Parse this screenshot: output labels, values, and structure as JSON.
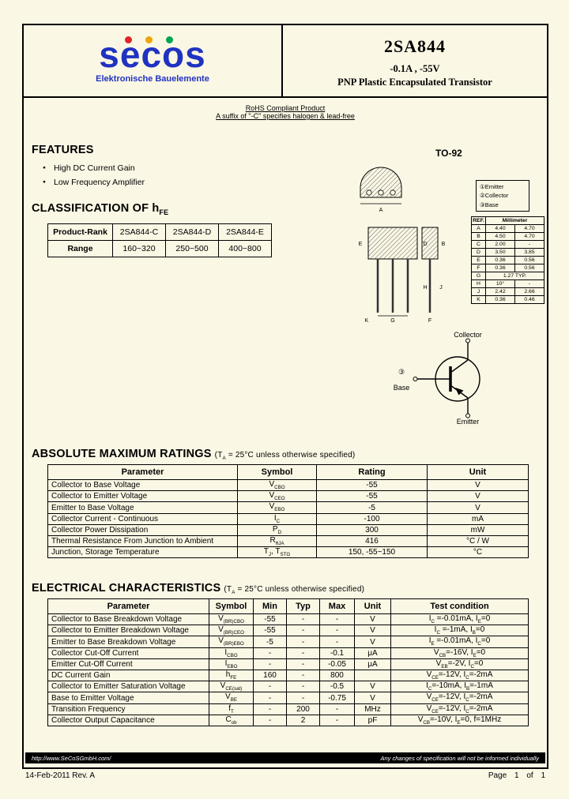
{
  "page": {
    "footer_url": "http://www.SeCoSGmbH.com/",
    "footer_note": "Any changes of specification will not be informed individually",
    "rev_line": "14-Feb-2011 Rev. A",
    "page_label": "Page",
    "page_num": "1",
    "of_label": "of",
    "page_total": "1",
    "bg_color": "#fbf7e5"
  },
  "header": {
    "logo_text": "secos",
    "logo_subtitle": "Elektronische Bauelemente",
    "logo_color": "#2033c0",
    "dot_colors": {
      "red": "#e02424",
      "yellow": "#f0a500",
      "green": "#00a650"
    },
    "part_number": "2SA844",
    "rating_line": "-0.1A , -55V",
    "description_line": "PNP Plastic Encapsulated Transistor"
  },
  "rohs": {
    "line1": "RoHS Compliant Product",
    "line2": "A suffix of \"-C\" specifies halogen & lead-free"
  },
  "features": {
    "title": "FEATURES",
    "items": [
      "High DC Current Gain",
      "Low Frequency Amplifier"
    ]
  },
  "classification": {
    "title": "CLASSIFICATION OF h~FE~",
    "headers": [
      "Product-Rank",
      "2SA844-C",
      "2SA844-D",
      "2SA844-E"
    ],
    "row_label": "Range",
    "ranges": [
      "160~320",
      "250~500",
      "400~800"
    ]
  },
  "package": {
    "name": "TO-92",
    "pins": [
      "①Emitter",
      "②Collector",
      "③Base"
    ],
    "drawing_labels": {
      "a": "A",
      "b": "B",
      "d": "D",
      "e": "E",
      "f": "F",
      "g": "G",
      "h": "H",
      "j": "J",
      "k": "K"
    },
    "dim_table": {
      "ref_header": "REF.",
      "mm_header": "Millimeter",
      "rows": [
        {
          "ref": "A",
          "min": "4.40",
          "max": "4.70"
        },
        {
          "ref": "B",
          "min": "4.50",
          "max": "4.70"
        },
        {
          "ref": "C",
          "min": "2.00",
          "max": "-"
        },
        {
          "ref": "D",
          "min": "3.50",
          "max": "3.85"
        },
        {
          "ref": "E",
          "min": "0.36",
          "max": "0.56"
        },
        {
          "ref": "F",
          "min": "0.36",
          "max": "0.56"
        },
        {
          "ref": "G",
          "min": "1.27 TYP.",
          "max": ""
        },
        {
          "ref": "H",
          "min": "10°",
          "max": "-"
        },
        {
          "ref": "J",
          "min": "2.42",
          "max": "2.66"
        },
        {
          "ref": "K",
          "min": "0.36",
          "max": "0.46"
        }
      ]
    }
  },
  "symbol_diagram": {
    "collector": "Collector",
    "base": "Base",
    "emitter": "Emitter",
    "base_pin": "③"
  },
  "amr": {
    "title": "ABSOLUTE MAXIMUM RATINGS",
    "condition": "(T~A~ = 25°C unless otherwise specified)",
    "headers": [
      "Parameter",
      "Symbol",
      "Rating",
      "Unit"
    ],
    "rows": [
      {
        "parameter": "Collector to Base Voltage",
        "symbol": "V~CBO~",
        "rating": "-55",
        "unit": "V"
      },
      {
        "parameter": "Collector to Emitter Voltage",
        "symbol": "V~CEO~",
        "rating": "-55",
        "unit": "V"
      },
      {
        "parameter": "Emitter to Base Voltage",
        "symbol": "V~EBO~",
        "rating": "-5",
        "unit": "V"
      },
      {
        "parameter": "Collector Current - Continuous",
        "symbol": "I~C~",
        "rating": "-100",
        "unit": "mA"
      },
      {
        "parameter": "Collector Power Dissipation",
        "symbol": "P~D~",
        "rating": "300",
        "unit": "mW"
      },
      {
        "parameter": "Thermal Resistance From Junction to Ambient",
        "symbol": "R~θJA~",
        "rating": "416",
        "unit": "°C / W"
      },
      {
        "parameter": "Junction, Storage Temperature",
        "symbol": "T~J~, T~STG~",
        "rating": "150, -55~150",
        "unit": "°C"
      }
    ]
  },
  "ec": {
    "title": "ELECTRICAL CHARACTERISTICS",
    "condition": "(T~A~ = 25°C unless otherwise specified)",
    "headers": [
      "Parameter",
      "Symbol",
      "Min",
      "Typ",
      "Max",
      "Unit",
      "Test condition"
    ],
    "rows": [
      {
        "parameter": "Collector to Base Breakdown Voltage",
        "symbol": "V~(BR)CBO~",
        "min": "-55",
        "typ": "-",
        "max": "-",
        "unit": "V",
        "condition": "I~C~ =-0.01mA, I~E~=0"
      },
      {
        "parameter": "Collector to Emitter Breakdown Voltage",
        "symbol": "V~(BR)CEO~",
        "min": "-55",
        "typ": "-",
        "max": "-",
        "unit": "V",
        "condition": "I~C~ =-1mA, I~B~=0"
      },
      {
        "parameter": "Emitter to Base Breakdown Voltage",
        "symbol": "V~(BR)EBO~",
        "min": "-5",
        "typ": "-",
        "max": "-",
        "unit": "V",
        "condition": "I~E~ =-0.01mA, I~C~=0"
      },
      {
        "parameter": "Collector Cut-Off Current",
        "symbol": "I~CBO~",
        "min": "-",
        "typ": "-",
        "max": "-0.1",
        "unit": "μA",
        "condition": "V~CB~=-16V, I~E~=0"
      },
      {
        "parameter": "Emitter Cut-Off Current",
        "symbol": "I~EBO~",
        "min": "-",
        "typ": "-",
        "max": "-0.05",
        "unit": "μA",
        "condition": "V~EB~=-2V, I~C~=0"
      },
      {
        "parameter": "DC Current Gain",
        "symbol": "h~FE~",
        "min": "160",
        "typ": "-",
        "max": "800",
        "unit": "",
        "condition": "V~CE~=-12V, I~C~=-2mA"
      },
      {
        "parameter": "Collector to Emitter Saturation Voltage",
        "symbol": "V~CE(sat)~",
        "min": "-",
        "typ": "-",
        "max": "-0.5",
        "unit": "V",
        "condition": "I~C~=-10mA, I~B~=-1mA"
      },
      {
        "parameter": "Base to Emitter Voltage",
        "symbol": "V~BE~",
        "min": "-",
        "typ": "-",
        "max": "-0.75",
        "unit": "V",
        "condition": "V~CE~=-12V, I~C~=-2mA"
      },
      {
        "parameter": "Transition Frequency",
        "symbol": "f~T~",
        "min": "-",
        "typ": "200",
        "max": "-",
        "unit": "MHz",
        "condition": "V~CE~=-12V, I~C~=-2mA"
      },
      {
        "parameter": "Collector Output Capacitance",
        "symbol": "C~ob~",
        "min": "-",
        "typ": "2",
        "max": "-",
        "unit": "pF",
        "condition": "V~CB~=-10V, I~E~=0, f=1MHz"
      }
    ]
  }
}
